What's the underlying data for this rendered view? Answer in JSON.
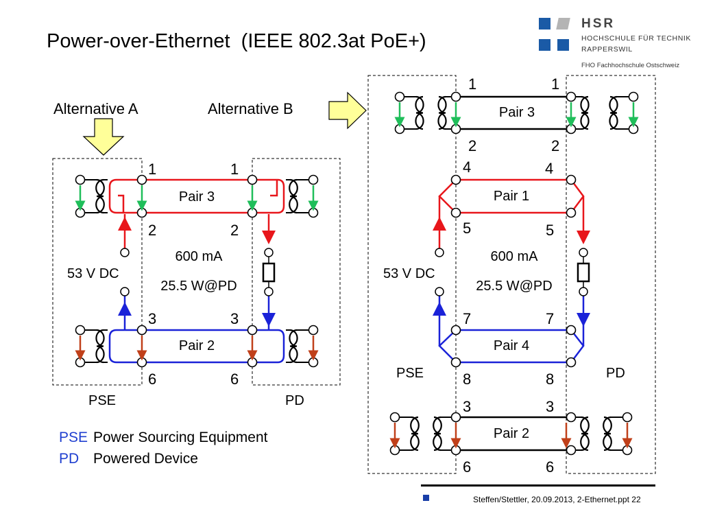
{
  "title": "Power-over-Ethernet  (IEEE 802.3at PoE+)",
  "logo": {
    "brand": "HSR",
    "line1": "HOCHSCHULE FÜR TECHNIK",
    "line2": "RAPPERSWIL",
    "line3": "FHO Fachhochschule Ostschweiz",
    "colors": {
      "blue": "#1a5aa6",
      "gray": "#b4b4b4"
    }
  },
  "colors": {
    "pair_positive": "#e8161b",
    "pair_negative": "#1a22d8",
    "data_arrow_green": "#1fbe5a",
    "data_arrow_brown": "#c0401a",
    "callout_fill": "#ffff99"
  },
  "alt_a": {
    "heading": "Alternative A",
    "pse_label": "PSE",
    "pd_label": "PD",
    "source": "53 V DC",
    "current": "600 mA",
    "power": "25.5 W@PD",
    "pairs": [
      {
        "name": "Pair 3",
        "top_pin": "1",
        "bottom_pin": "2"
      },
      {
        "name": "Pair 2",
        "top_pin": "3",
        "bottom_pin": "6"
      }
    ]
  },
  "alt_b": {
    "heading": "Alternative B",
    "pse_label": "PSE",
    "pd_label": "PD",
    "source": "53 V DC",
    "current": "600 mA",
    "power": "25.5 W@PD",
    "pairs": [
      {
        "name": "Pair 3",
        "top_pin": "1",
        "bottom_pin": "2"
      },
      {
        "name": "Pair 1",
        "top_pin": "4",
        "bottom_pin": "5"
      },
      {
        "name": "Pair 4",
        "top_pin": "7",
        "bottom_pin": "8"
      },
      {
        "name": "Pair 2",
        "top_pin": "3",
        "bottom_pin": "6"
      }
    ]
  },
  "legend": [
    {
      "abbr": "PSE",
      "text": "Power Sourcing Equipment"
    },
    {
      "abbr": "PD",
      "text": "Powered Device"
    }
  ],
  "footer": "Steffen/Stettler, 20.09.2013, 2-Ethernet.ppt 22"
}
